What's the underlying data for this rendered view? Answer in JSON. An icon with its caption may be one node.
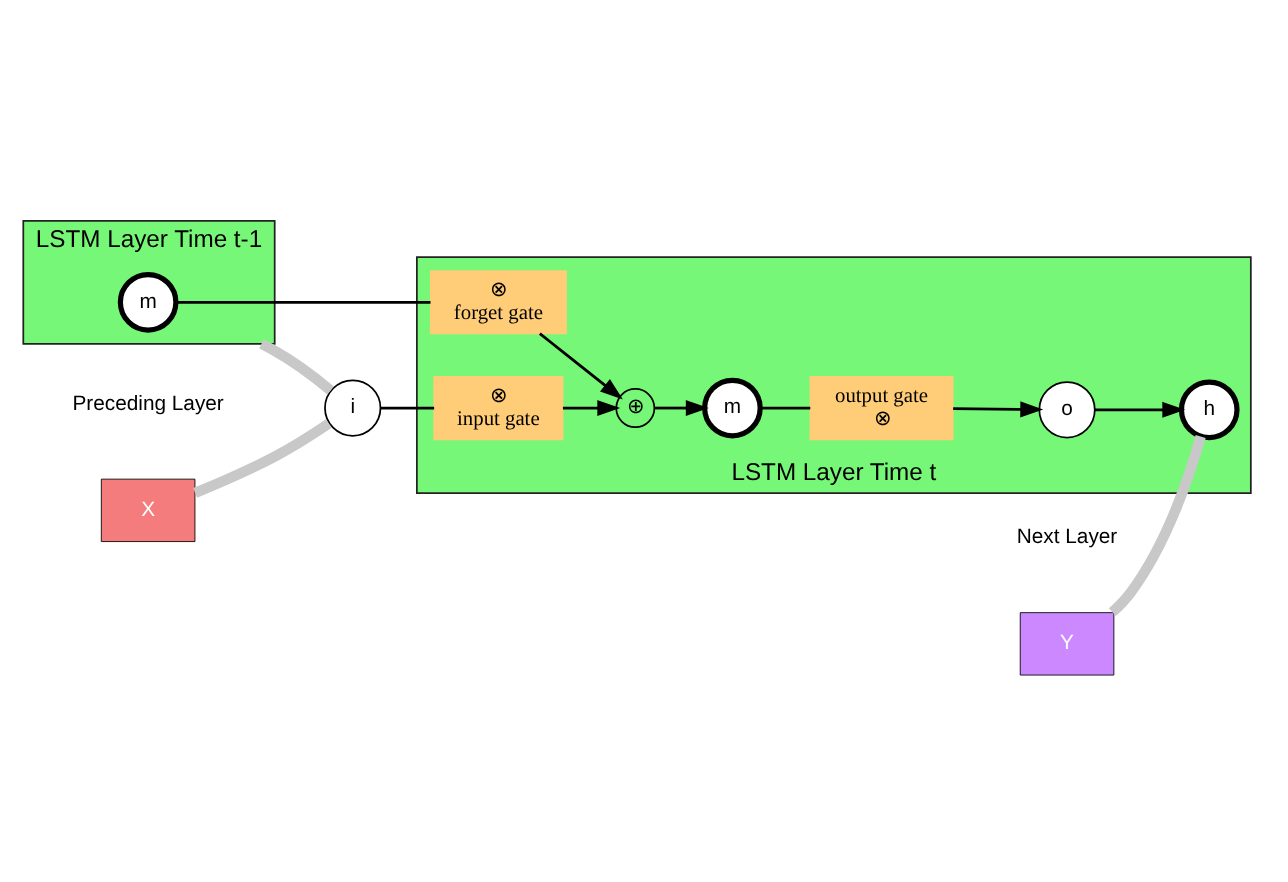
{
  "diagram": {
    "nodes": [
      {
        "text": [
          "LSTM Layer Time t-1"
        ]
      },
      {
        "text": [
          "m"
        ],
        "in": 0
      },
      {
        "text": [
          "LSTM Layer Time t"
        ]
      },
      {
        "text": [
          "X"
        ],
        "beside": [
          "Preceding Layer"
        ]
      },
      {
        "text": [
          "i"
        ]
      },
      {
        "text": [
          "⊗",
          "forget gate"
        ],
        "in": 2
      },
      {
        "text": [
          "⊗",
          "input gate"
        ],
        "in": 2
      },
      {
        "text": [
          "⊕"
        ],
        "in": 2
      },
      {
        "text": [
          "m"
        ],
        "in": 2
      },
      {
        "text": [
          "output gate",
          "⊗"
        ],
        "in": 2
      },
      {
        "text": [
          "o"
        ],
        "in": 2
      },
      {
        "text": [
          "h"
        ],
        "in": 2
      },
      {
        "text": [
          "Y"
        ],
        "beside": [
          "Next Layer"
        ]
      }
    ],
    "edges": [
      {
        "from": 3,
        "to": 4,
        "arrow": "none",
        "style": "thick",
        "color": "#c8c8c8"
      },
      {
        "from": 0,
        "to": 4,
        "arrow": "none",
        "style": "thick",
        "color": "#c8c8c8"
      },
      {
        "from": 1,
        "to": 5,
        "arrow": "none"
      },
      {
        "from": 5,
        "to": 7,
        "arrow": "to"
      },
      {
        "from": 4,
        "to": 6,
        "arrow": "none"
      },
      {
        "from": 6,
        "to": 7,
        "arrow": "to"
      },
      {
        "from": 7,
        "to": 8,
        "arrow": "to"
      },
      {
        "from": 8,
        "to": 9,
        "arrow": "none"
      },
      {
        "from": 9,
        "to": 10,
        "arrow": "to"
      },
      {
        "from": 10,
        "to": 11,
        "arrow": "to"
      },
      {
        "from": 12,
        "to": 11,
        "arrow": "none",
        "style": "thick",
        "color": "#c8c8c8"
      }
    ]
  }
}
